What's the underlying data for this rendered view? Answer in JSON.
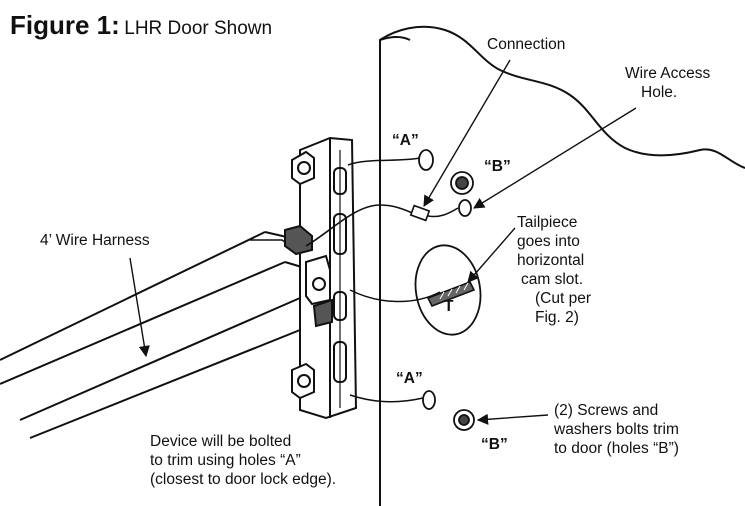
{
  "figure": {
    "title": "Figure 1:",
    "subtitle": "LHR Door Shown"
  },
  "labels": {
    "connection": "Connection",
    "wire_access_line1": "Wire Access",
    "wire_access_line2": "Hole.",
    "hole_a_top": "“A”",
    "hole_b_top": "“B”",
    "hole_a_bottom": "“A”",
    "hole_b_bottom": "“B”",
    "wire_harness": "4’ Wire Harness",
    "tailpiece_letter": "T",
    "tailpiece_lines": [
      "Tailpiece",
      "goes into",
      "horizontal",
      "cam slot.",
      "(Cut per",
      "Fig. 2)"
    ],
    "device_lines": [
      "Device will be bolted",
      "to trim using holes “A”",
      "(closest to door lock edge)."
    ],
    "screws_lines": [
      "(2) Screws and",
      "washers bolts trim",
      "to door (holes “B”)"
    ]
  }
}
